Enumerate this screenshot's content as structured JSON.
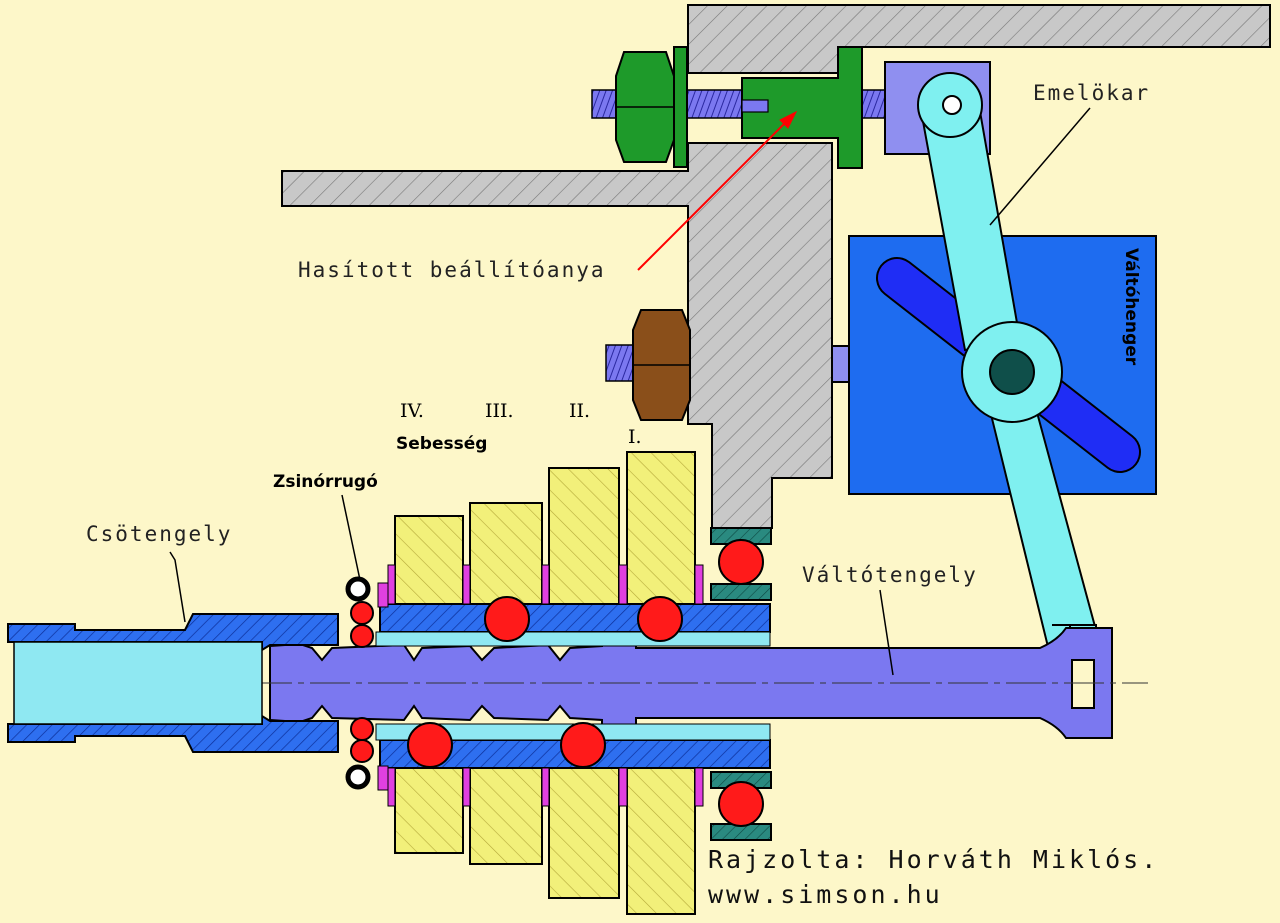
{
  "labels": {
    "cso_tengely": "Csötengely",
    "zsinorrugo": "Zsinórrugó",
    "sebesseg": "Sebesség",
    "gear_iv": "IV.",
    "gear_iii": "III.",
    "gear_ii": "II.",
    "gear_i": "I.",
    "hasitott": "Hasított beállítóanya",
    "emelokar": "Emelökar",
    "valtohenger": "Váltóhenger",
    "valtotengely": "Váltótengely"
  },
  "credits": {
    "author": "Rajzolta: Horváth Miklós.",
    "site": "www.simson.hu"
  },
  "colors": {
    "background": "#fdf7c9",
    "housing": "#c8c8c8",
    "sleeve": "#2e6ff0",
    "sleeve_inner": "#8fe8f2",
    "shaft": "#7b78f0",
    "gear": "#f2f07a",
    "ball": "#ff1a1a",
    "washer": "#e040e0",
    "bearing": "#2a8a80",
    "adjust_nut": "#1e9a2a",
    "lock_nut": "#8a4f1a",
    "drum": "#1e6cf0",
    "drum_slot": "#1f2df5",
    "lever": "#7ff0f0",
    "arrow": "#ff0000"
  }
}
